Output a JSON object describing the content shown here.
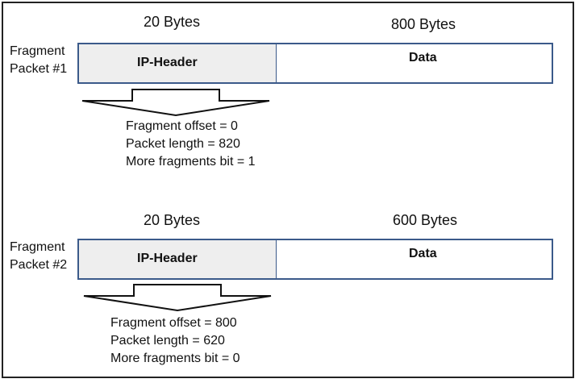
{
  "fragments": [
    {
      "label_line1": "Fragment",
      "label_line2": "Packet #1",
      "header_size": "20 Bytes",
      "data_size": "800 Bytes",
      "header_label": "IP-Header",
      "data_label": "Data",
      "info": [
        "Fragment offset = 0",
        "Packet length = 820",
        "More fragments bit = 1"
      ]
    },
    {
      "label_line1": "Fragment",
      "label_line2": "Packet #2",
      "header_size": "20 Bytes",
      "data_size": "600 Bytes",
      "header_label": "IP-Header",
      "data_label": "Data",
      "info": [
        "Fragment offset = 800",
        "Packet length = 620",
        "More fragments bit = 0"
      ]
    }
  ],
  "colors": {
    "border": "#3b5a8a",
    "header_fill": "#eeeeee",
    "frame": "#222222"
  }
}
